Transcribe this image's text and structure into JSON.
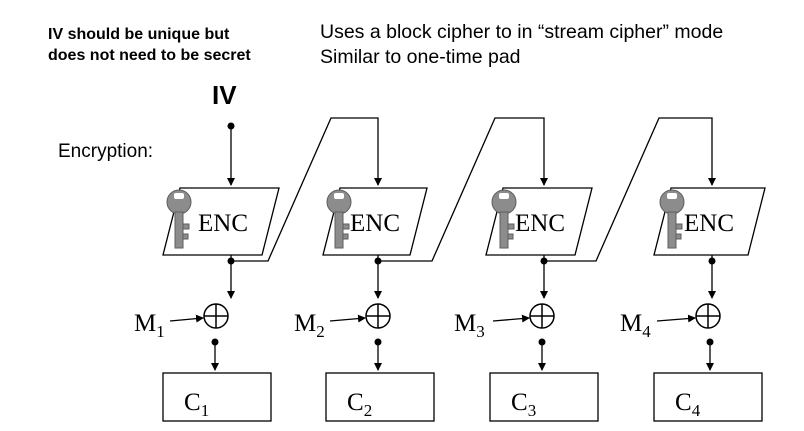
{
  "note": {
    "line1": "IV should be unique but",
    "line2": "does not need to be secret"
  },
  "description": {
    "line1": "Uses a block cipher to in “stream cipher” mode",
    "line2": "Similar to one-time pad"
  },
  "iv_label": "IV",
  "encryption_label": "Encryption:",
  "blocks": [
    {
      "enc": "ENC",
      "m": "M",
      "m_sub": "1",
      "c": "C",
      "c_sub": "1"
    },
    {
      "enc": "ENC",
      "m": "M",
      "m_sub": "2",
      "c": "C",
      "c_sub": "2"
    },
    {
      "enc": "ENC",
      "m": "M",
      "m_sub": "3",
      "c": "C",
      "c_sub": "3"
    },
    {
      "enc": "ENC",
      "m": "M",
      "m_sub": "4",
      "c": "C",
      "c_sub": "4"
    }
  ],
  "colors": {
    "key": "#8c8c8c",
    "key_dark": "#5e5e5e",
    "line": "#000000"
  }
}
